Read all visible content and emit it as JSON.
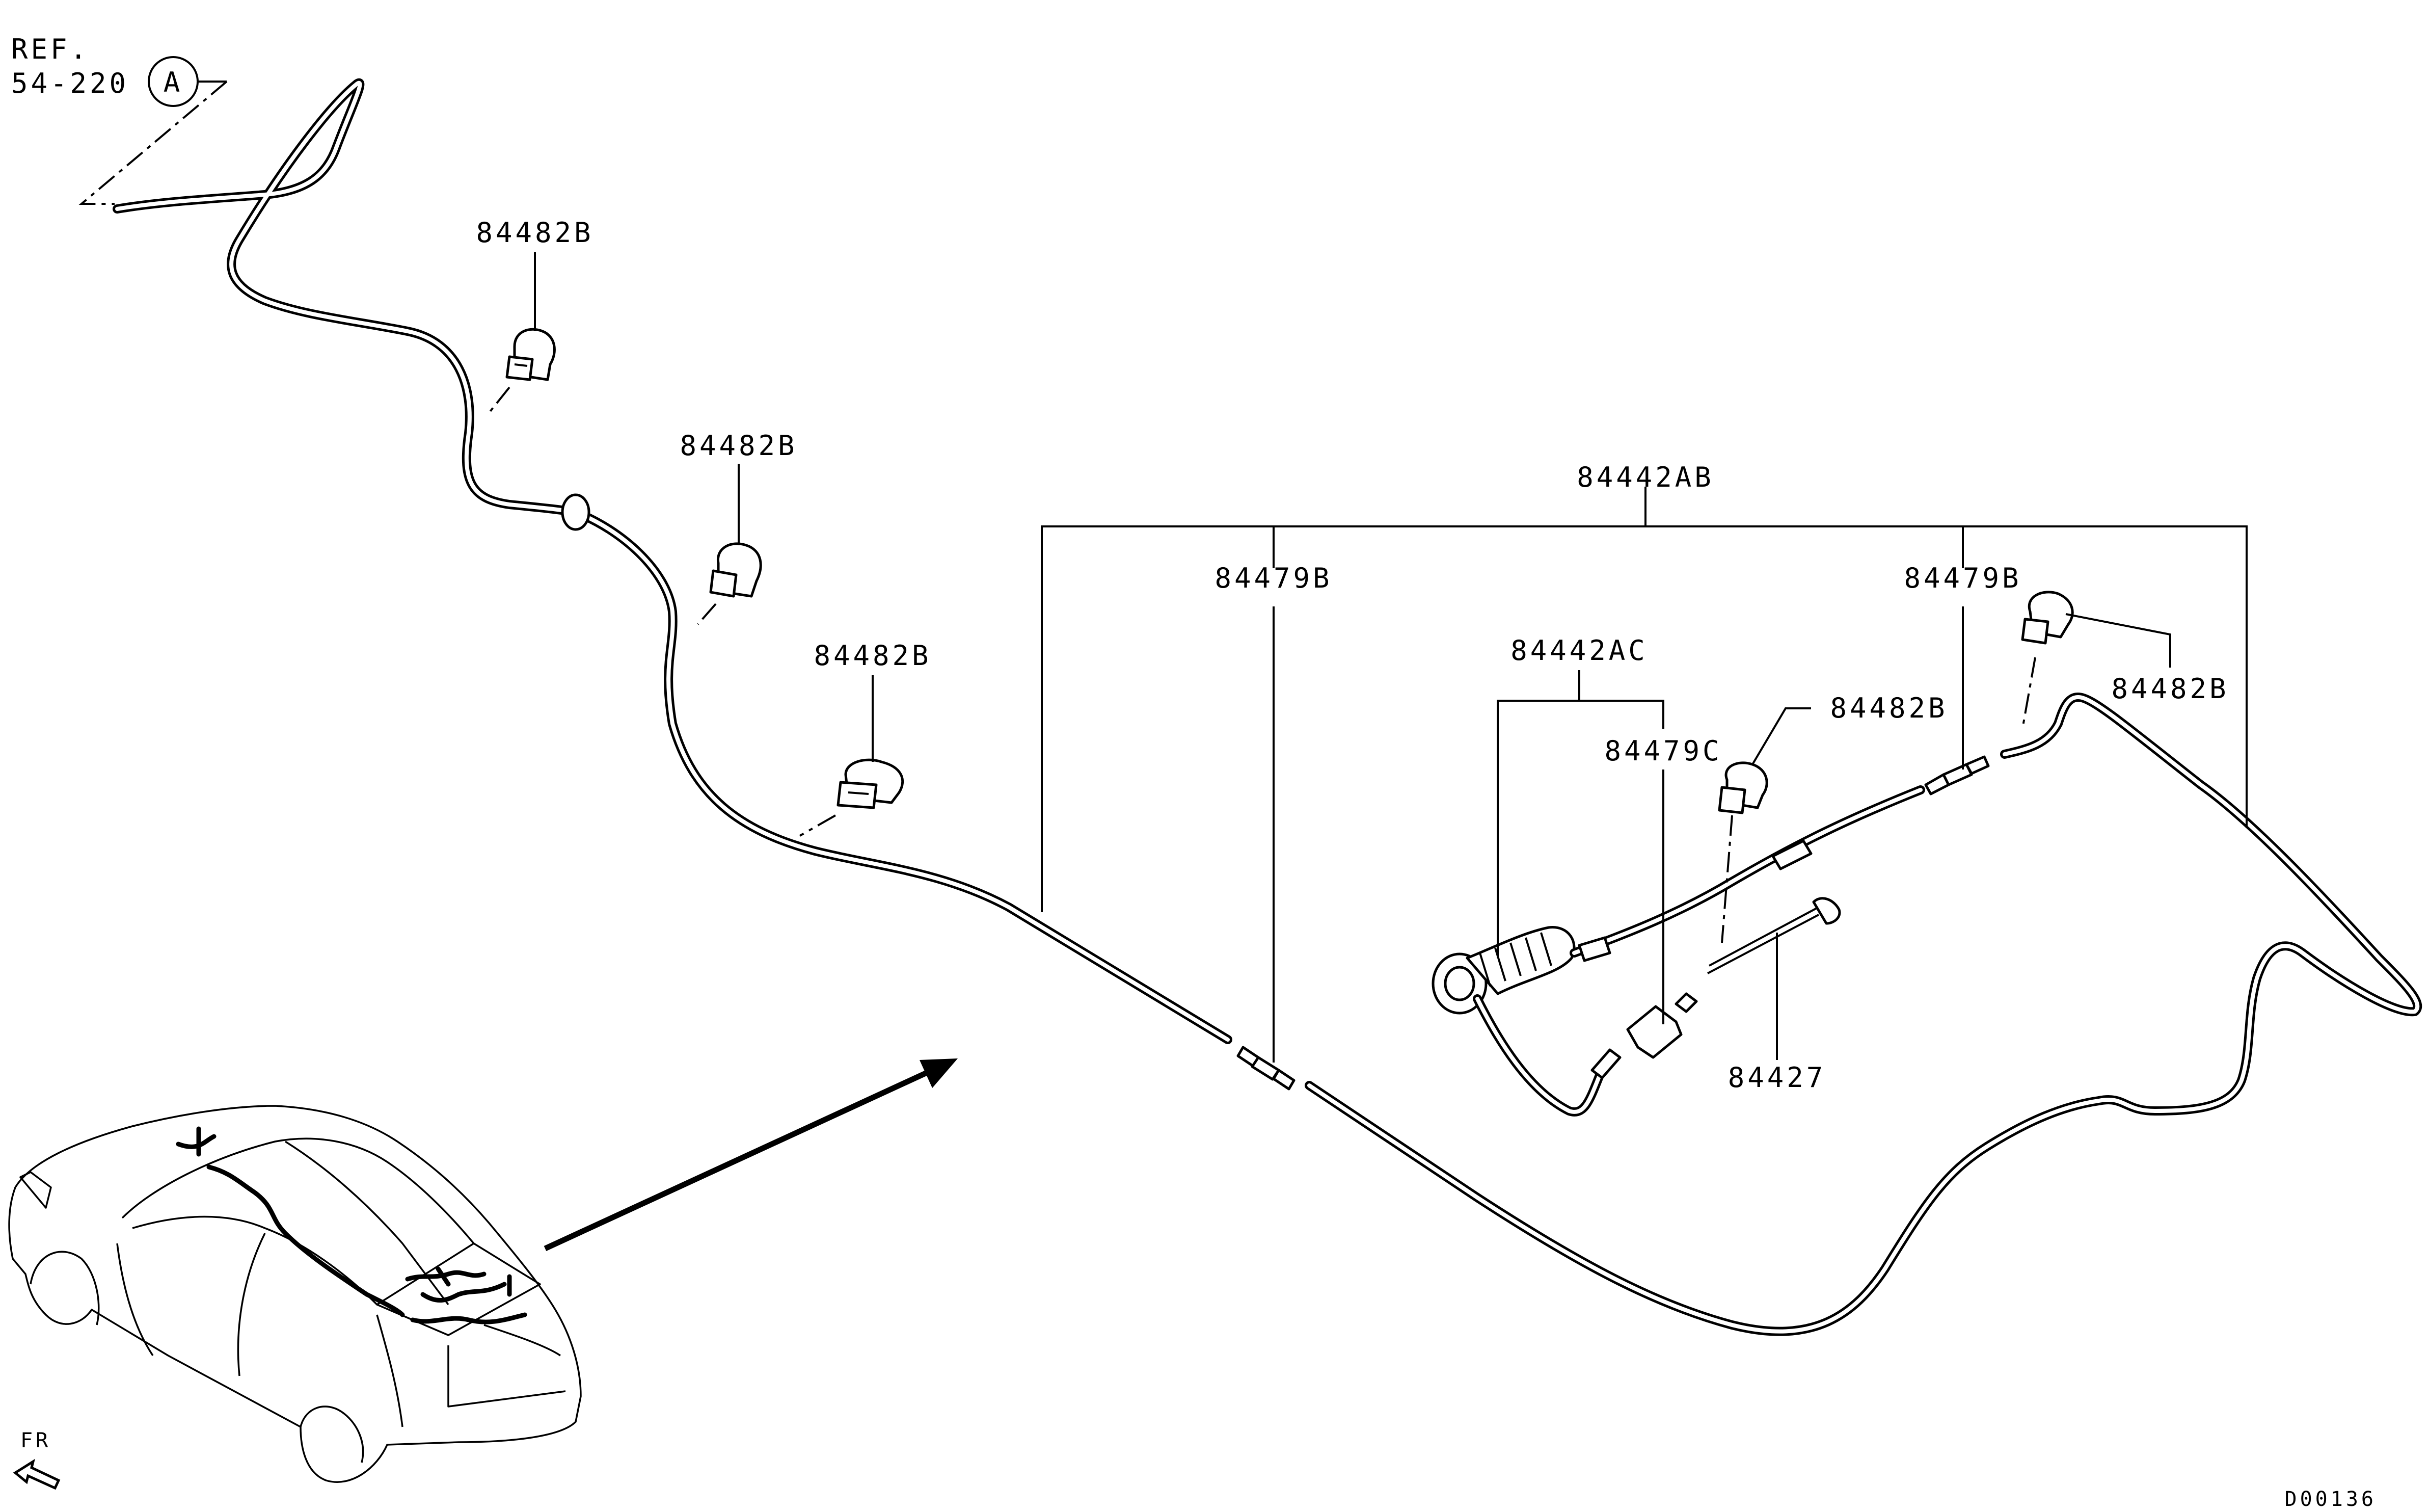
{
  "reference": {
    "ref_label": "REF.",
    "ref_page": "54-220",
    "ref_circle": "A"
  },
  "callouts": {
    "clip_top_1": "84482B",
    "clip_top_2": "84482B",
    "clip_mid": "84482B",
    "assembly_main": "84442AB",
    "joint_left": "84479B",
    "joint_right": "84479B",
    "assembly_sub": "84442AC",
    "clip_sub": "84482B",
    "joint_sub": "84479C",
    "clip_right": "84482B",
    "nozzle": "84427"
  },
  "orientation": {
    "front_label": "FR"
  },
  "diagram_code": "D00136"
}
